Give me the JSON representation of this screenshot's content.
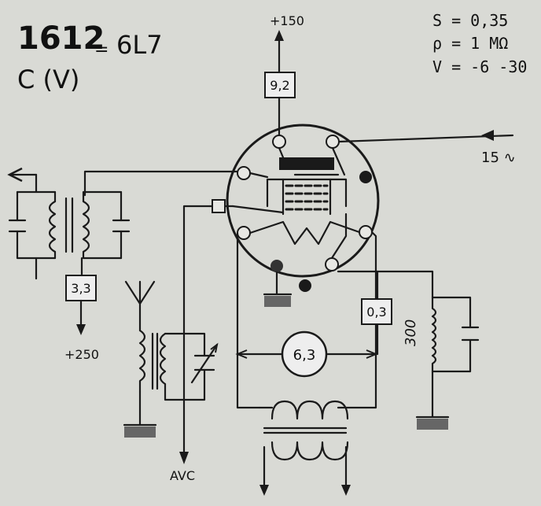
{
  "title": {
    "tube": "1612",
    "separator": "=",
    "equivalent": "6L7",
    "class": "C (V)"
  },
  "params": {
    "S": "S = 0,35",
    "rho": "ρ = 1 MΩ",
    "V": "V = -6 -30"
  },
  "supplies": {
    "plate": "+150",
    "screen": "+250",
    "avc": "AVC",
    "osc": "15 ∿"
  },
  "values": {
    "plate_v": "9,2",
    "screen_v": "3,3",
    "cathode_v": "0,3",
    "heater_v": "6,3",
    "cathode_r": "300"
  }
}
